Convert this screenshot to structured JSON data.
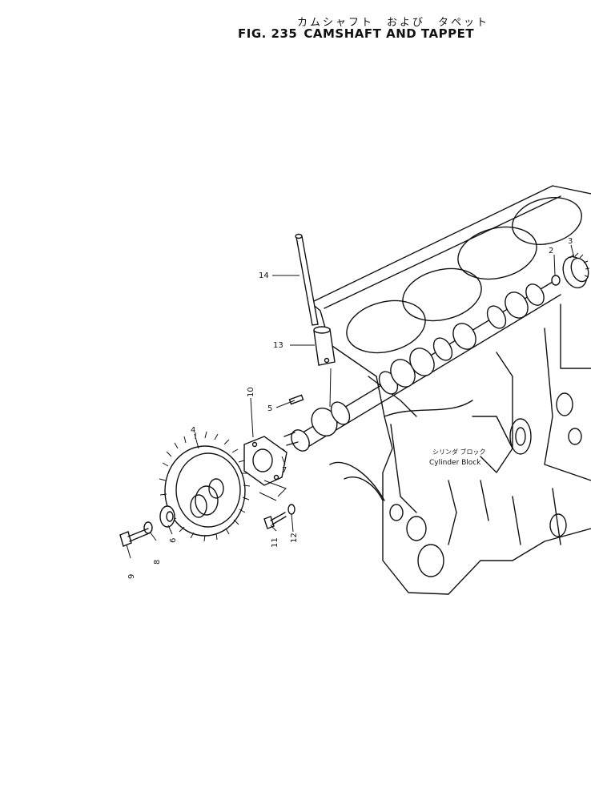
{
  "header": {
    "title_jp": "カムシャフト　および　タペット",
    "fig_number": "FIG. 235",
    "title_en": "CAMSHAFT AND TAPPET"
  },
  "block_label": {
    "jp": "シリンダ ブロック",
    "en": "Cylinder Block"
  },
  "callouts": [
    {
      "id": "callout-2",
      "text": "2"
    },
    {
      "id": "callout-3",
      "text": "3"
    },
    {
      "id": "callout-4",
      "text": "4"
    },
    {
      "id": "callout-5",
      "text": "5"
    },
    {
      "id": "callout-6",
      "text": "6"
    },
    {
      "id": "callout-7",
      "text": "7"
    },
    {
      "id": "callout-8",
      "text": "8"
    },
    {
      "id": "callout-9",
      "text": "9"
    },
    {
      "id": "callout-10",
      "text": "10"
    },
    {
      "id": "callout-11",
      "text": "11"
    },
    {
      "id": "callout-12",
      "text": "12"
    },
    {
      "id": "callout-13",
      "text": "13"
    },
    {
      "id": "callout-14",
      "text": "14"
    }
  ]
}
